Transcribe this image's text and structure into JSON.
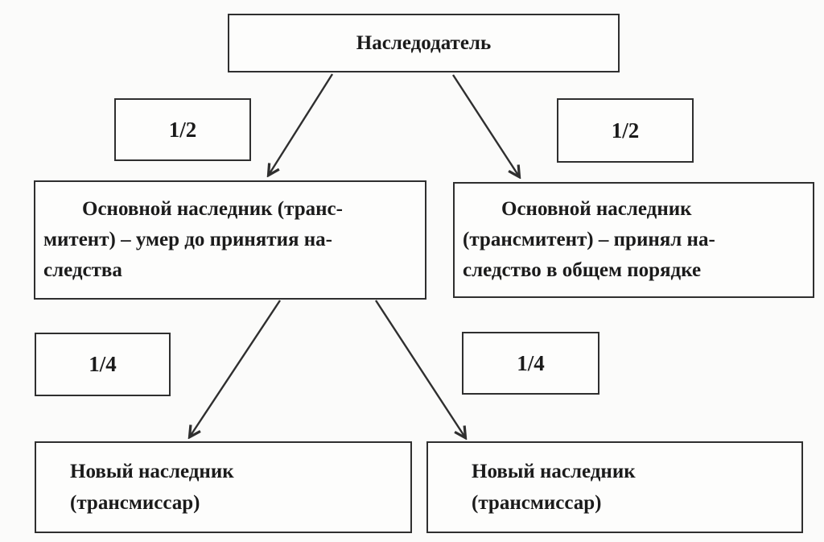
{
  "diagram": {
    "colors": {
      "border": "#2f2f2f",
      "text": "#1b1b1b",
      "background": "#fbfbfa"
    },
    "boxes": {
      "testator": {
        "label": "Наследодатель"
      },
      "half_left": {
        "label": "1/2"
      },
      "half_right": {
        "label": "1/2"
      },
      "main_left": {
        "lines": [
          "Основной наследник (транс-",
          "митент) – умер до принятия на-",
          "следства"
        ]
      },
      "main_right": {
        "lines": [
          "Основной наследник",
          "(трансмитент) – принял на-",
          "следство в общем порядке"
        ]
      },
      "quarter_left": {
        "label": "1/4"
      },
      "quarter_right": {
        "label": "1/4"
      },
      "new_left": {
        "lines": [
          "Новый наследник",
          "(трансмиссар)"
        ]
      },
      "new_right": {
        "lines": [
          "Новый наследник",
          "(трансмиссар)"
        ]
      }
    }
  }
}
